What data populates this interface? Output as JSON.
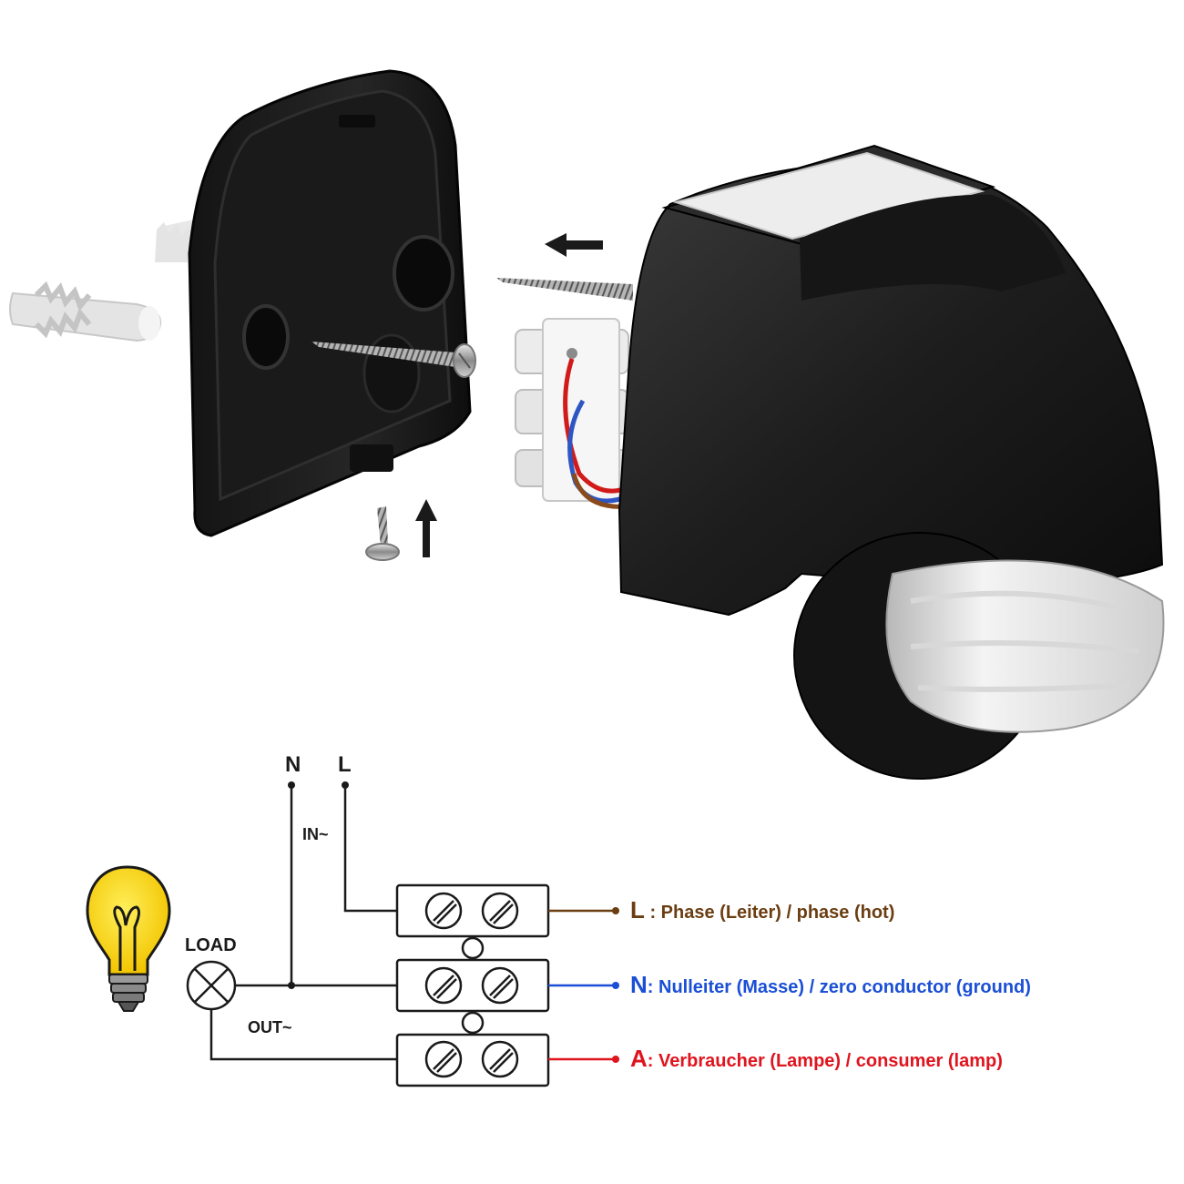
{
  "diagram": {
    "inputs": {
      "n": "N",
      "l": "L",
      "in_label": "IN~"
    },
    "load_label": "LOAD",
    "out_label": "OUT~",
    "legend": [
      {
        "letter": "L",
        "separator": " : ",
        "text": "Phase (Leiter) / phase (hot)",
        "color": "#6b3e12"
      },
      {
        "letter": "N",
        "separator": ": ",
        "text": "Nulleiter (Masse) / zero  conductor (ground)",
        "color": "#1a4fd6"
      },
      {
        "letter": "A",
        "separator": ": ",
        "text": "Verbraucher (Lampe) / consumer (lamp)",
        "color": "#e0141e"
      }
    ]
  },
  "product": {
    "name": "PIR motion sensor, black, exploded wall-mount view",
    "color": "#1c1c1c",
    "parts": [
      "mounting-plate",
      "wall-plug",
      "screw",
      "terminal-block",
      "sensor-lens"
    ]
  },
  "icons": {
    "bulb": "lightbulb-icon",
    "lamp": "lamp-symbol-icon",
    "arrow": "arrow-icon"
  }
}
